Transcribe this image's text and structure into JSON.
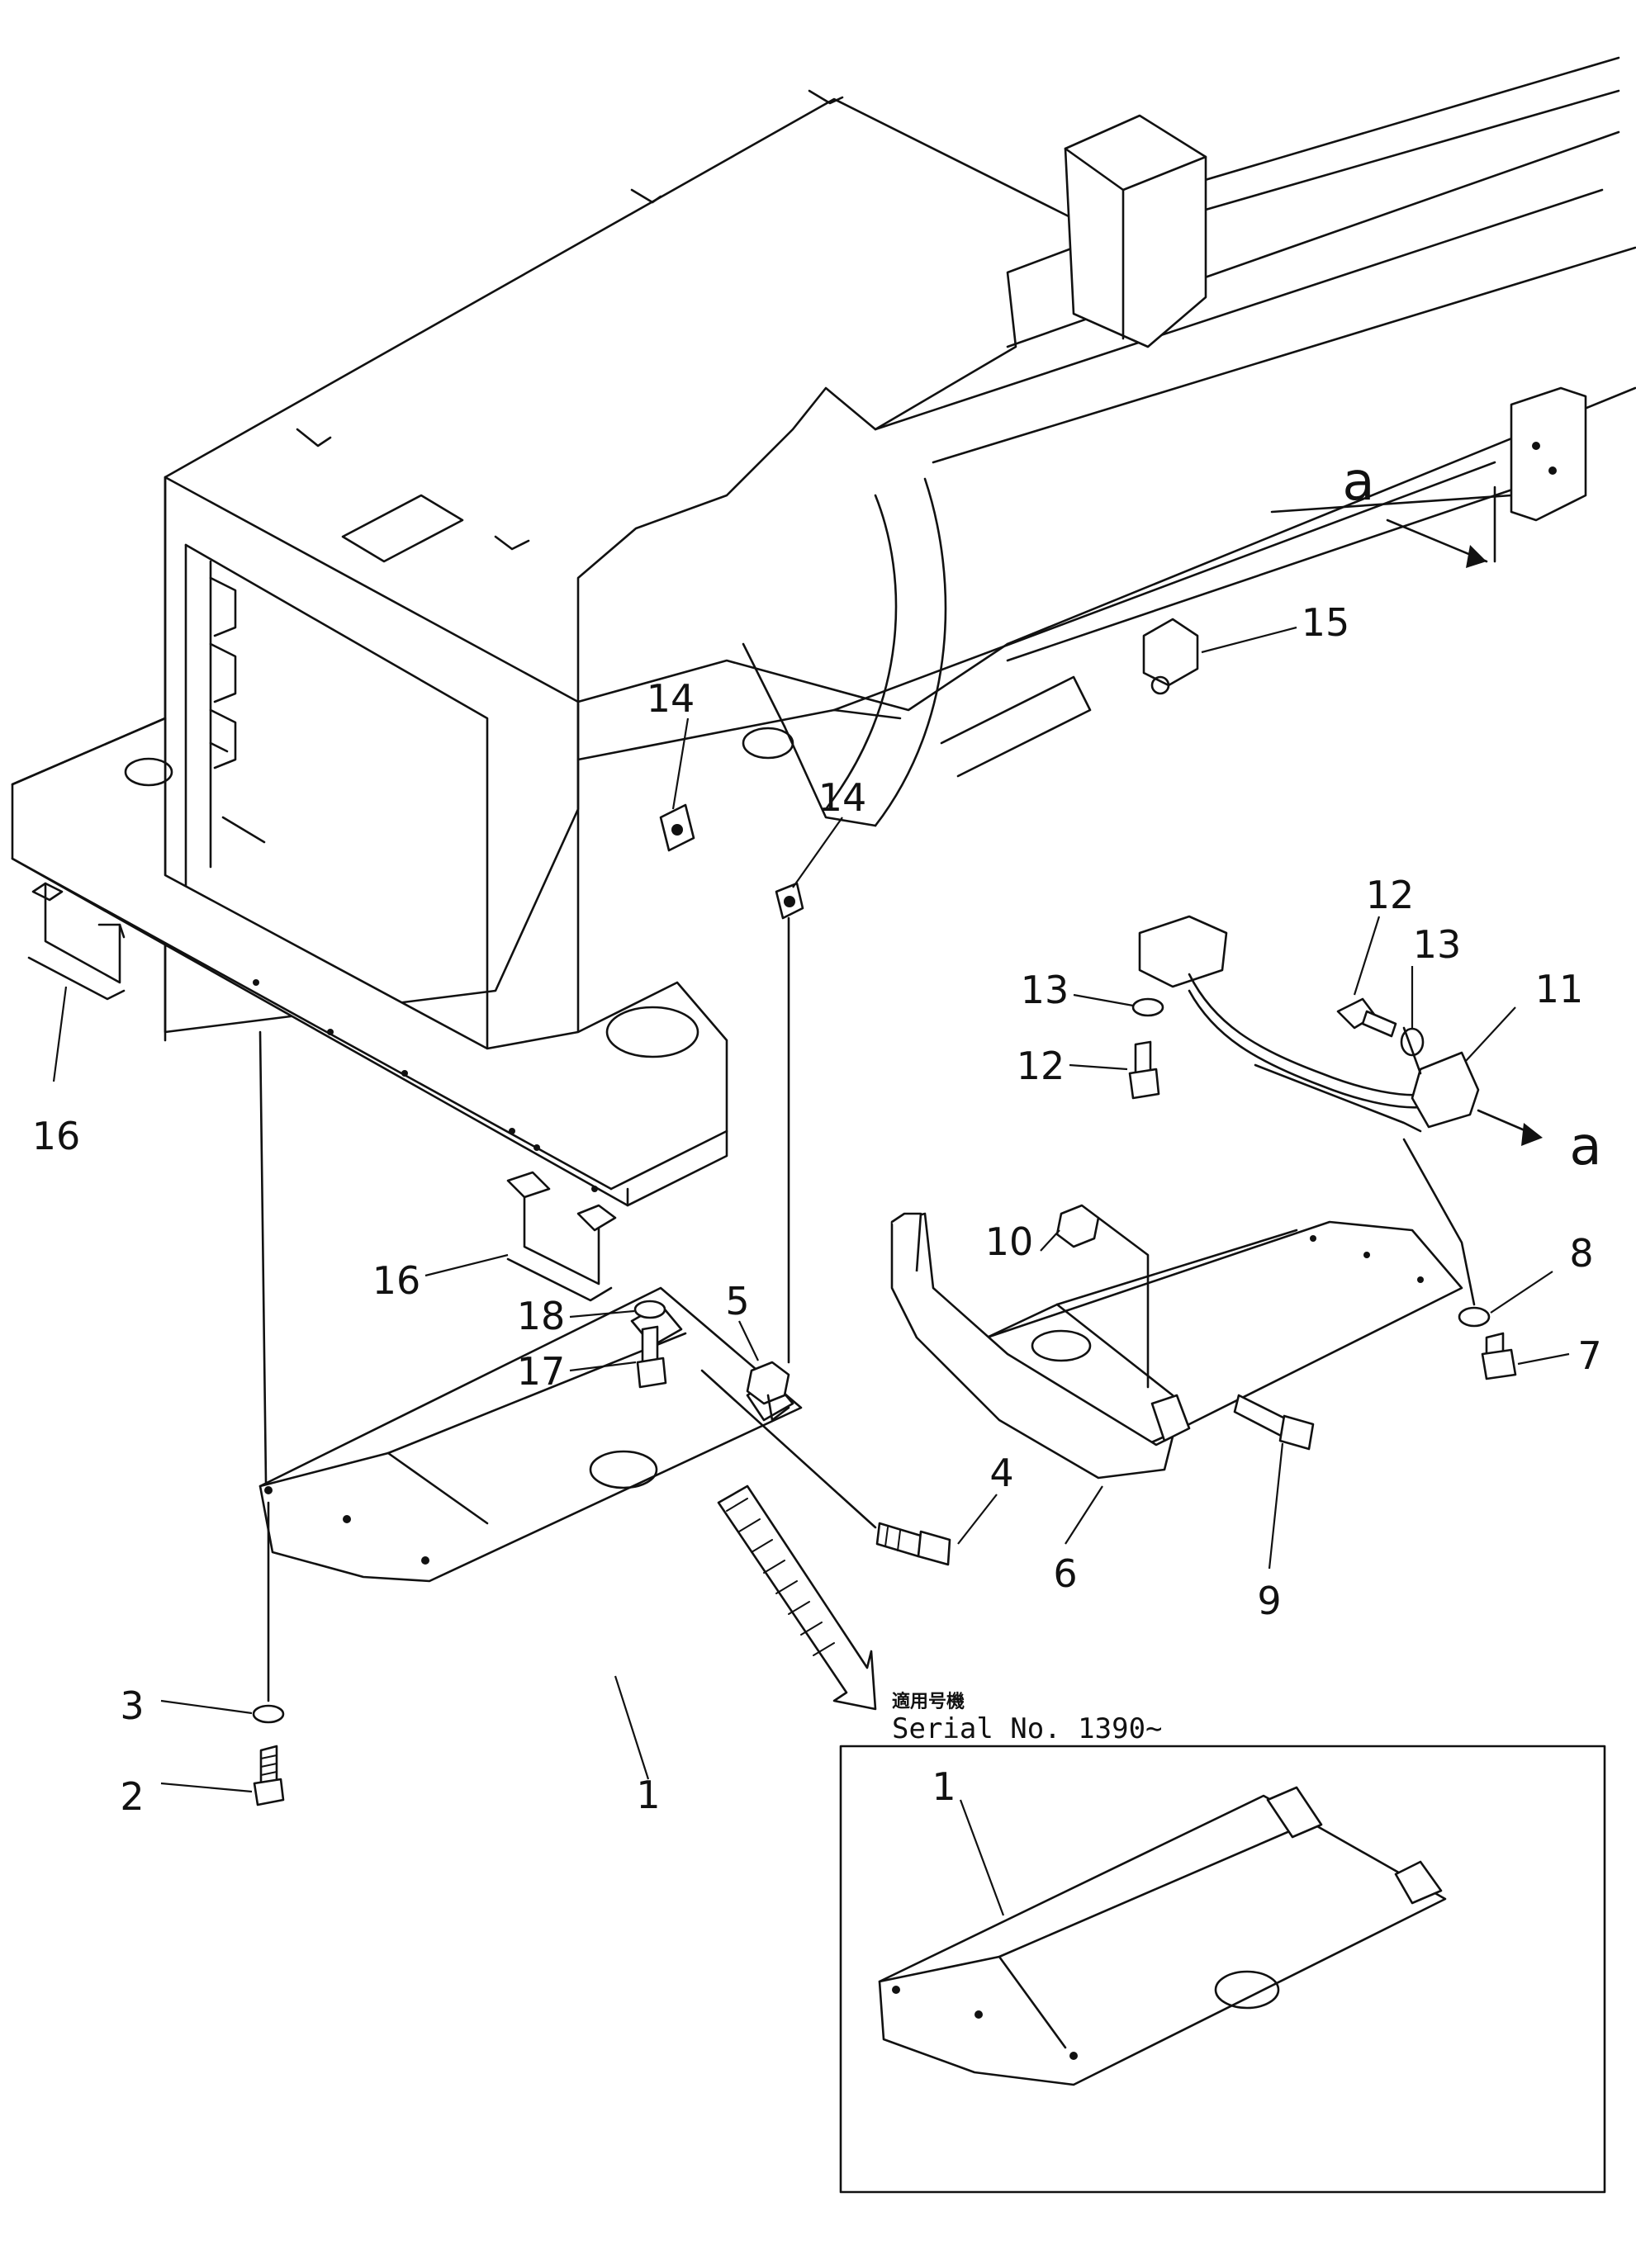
{
  "callouts": {
    "c1": "1",
    "c1b": "1",
    "c2": "2",
    "c3": "3",
    "c4": "4",
    "c5": "5",
    "c6": "6",
    "c7": "7",
    "c8": "8",
    "c9": "9",
    "c10": "10",
    "c11": "11",
    "c12a": "12",
    "c12b": "12",
    "c13a": "13",
    "c13b": "13",
    "c14a": "14",
    "c14b": "14",
    "c15": "15",
    "c16a": "16",
    "c16b": "16",
    "c17": "17",
    "c18": "18"
  },
  "arrow_labels": {
    "a1": "a",
    "a2": "a"
  },
  "inset": {
    "applicable_machine_jp": "適用号機",
    "serial": "Serial No. 1390∼"
  }
}
